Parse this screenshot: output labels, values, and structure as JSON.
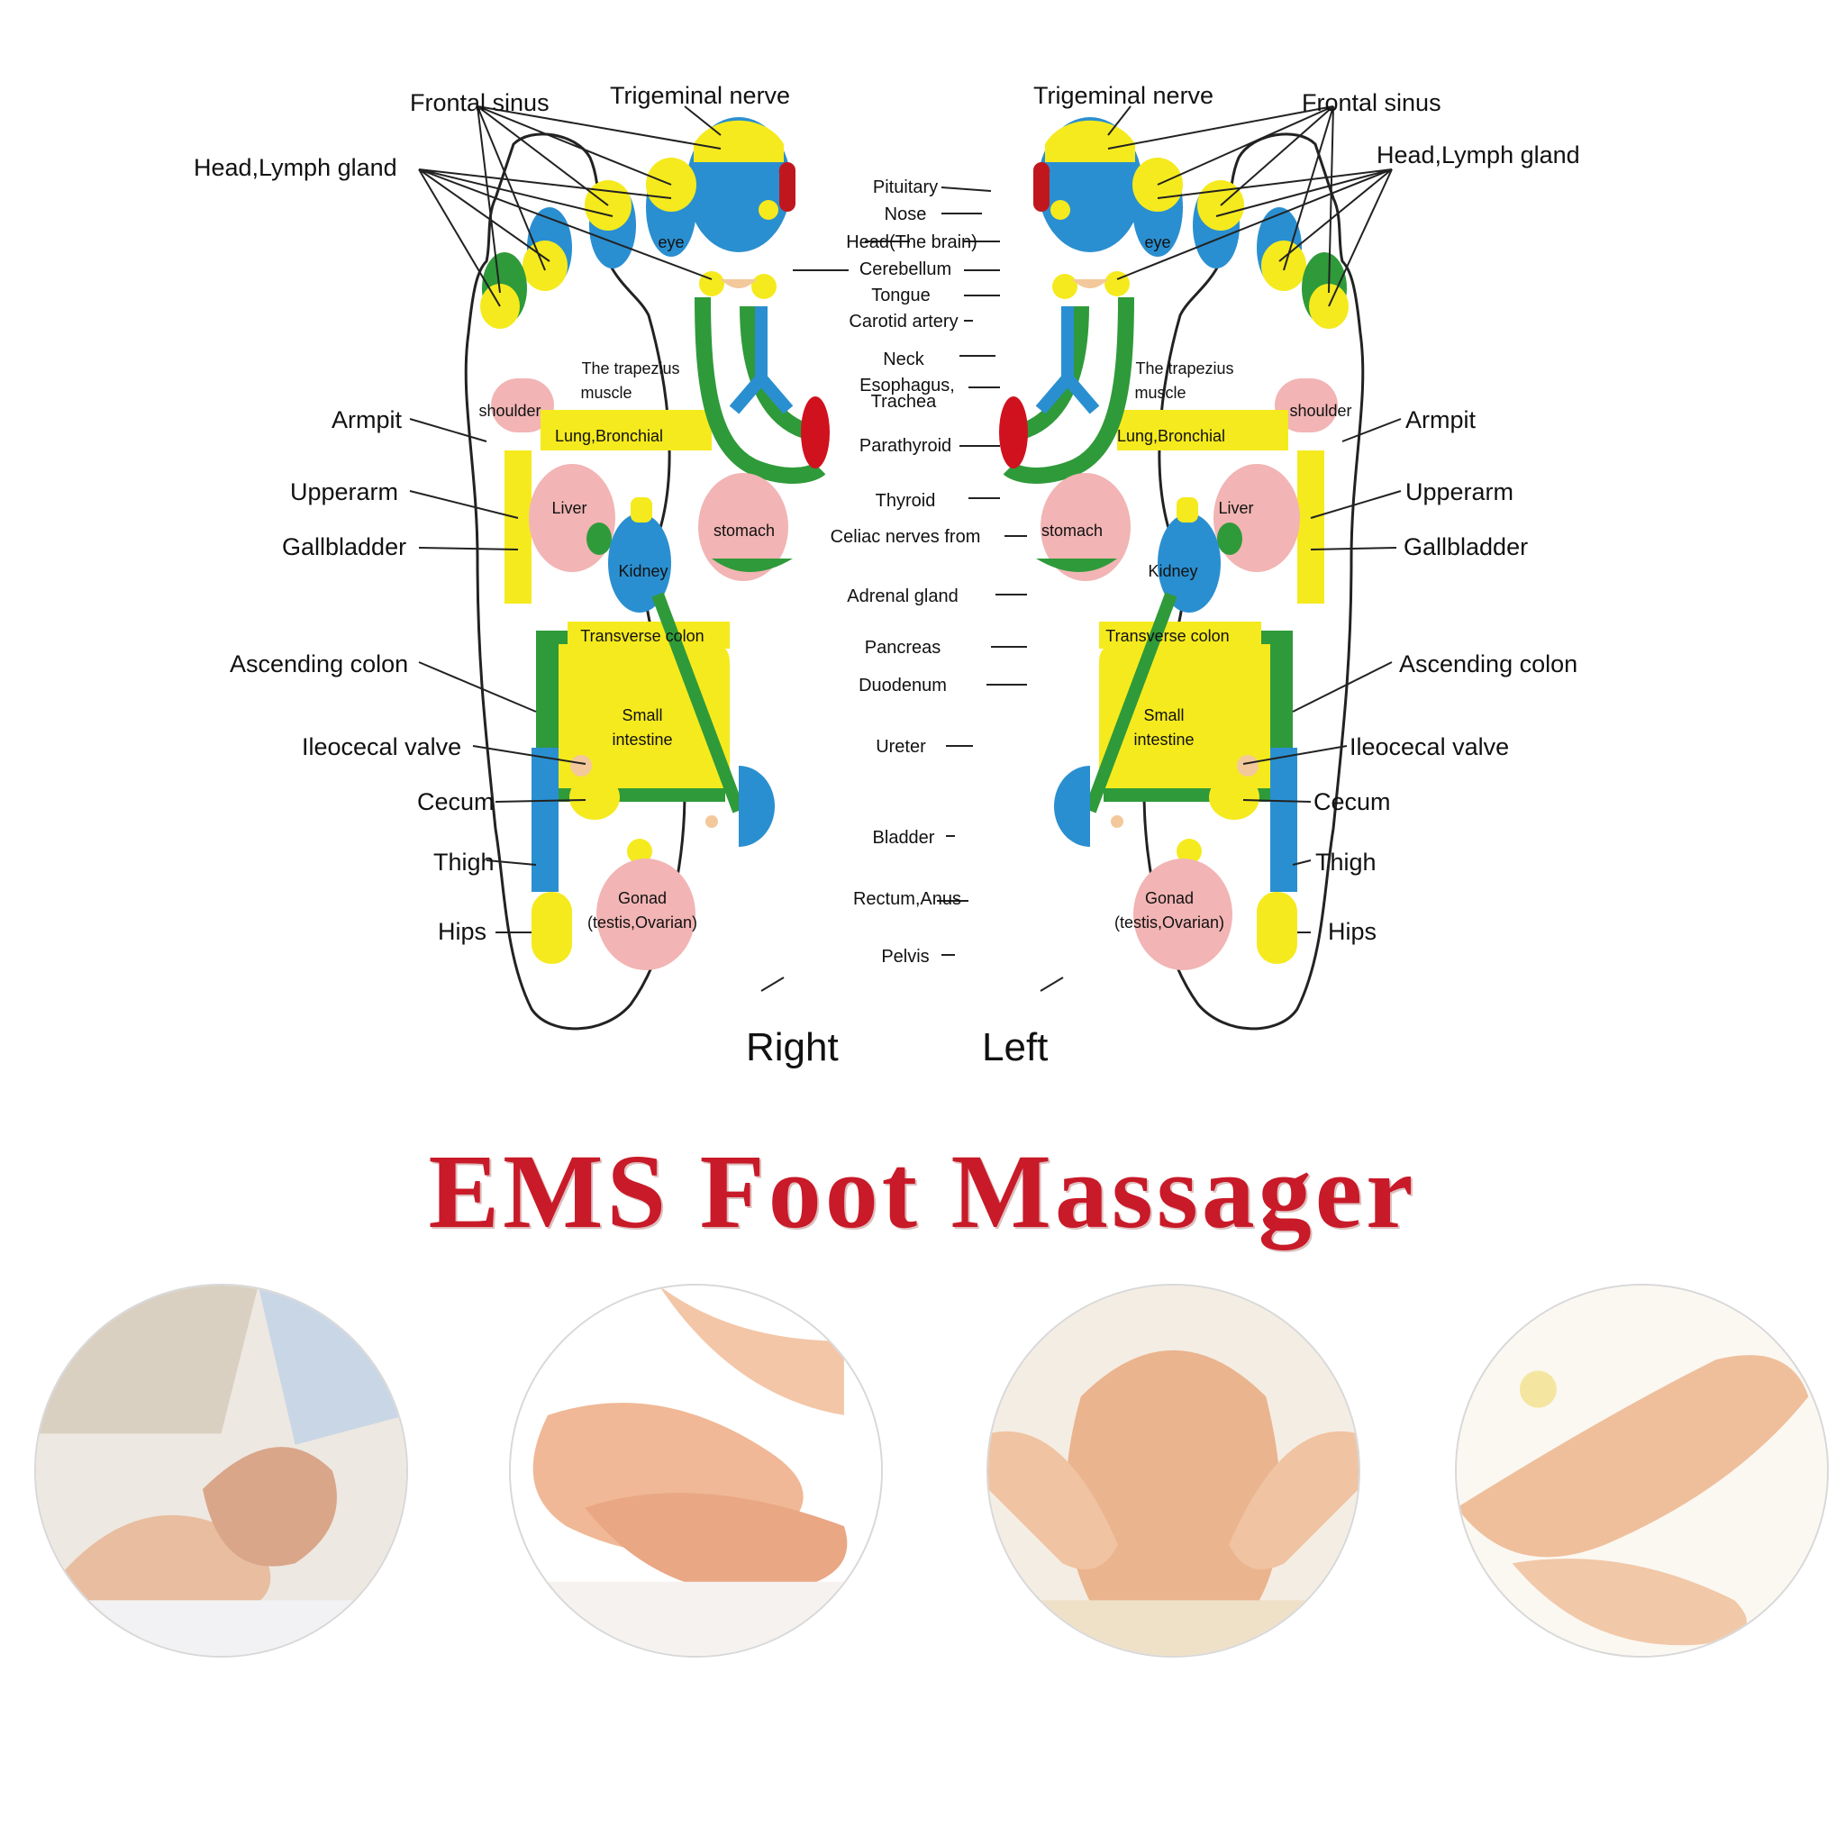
{
  "title": "EMS Foot Massager",
  "sides": {
    "right": "Right",
    "left": "Left"
  },
  "right_labels": {
    "frontal_sinus": "Frontal sinus",
    "trigeminal": "Trigeminal nerve",
    "head_lymph": "Head,Lymph gland",
    "armpit": "Armpit",
    "upperarm": "Upperarm",
    "gallbladder": "Gallbladder",
    "ascending": "Ascending colon",
    "ileocecal": "Ileocecal valve",
    "cecum": "Cecum",
    "thigh": "Thigh",
    "hips": "Hips"
  },
  "left_labels": {
    "trigeminal": "Trigeminal nerve",
    "frontal_sinus": "Frontal sinus",
    "head_lymph": "Head,Lymph gland",
    "armpit": "Armpit",
    "upperarm": "Upperarm",
    "gallbladder": "Gallbladder",
    "ascending": "Ascending colon",
    "ileocecal": "Ileocecal valve",
    "cecum": "Cecum",
    "thigh": "Thigh",
    "hips": "Hips"
  },
  "center_labels": {
    "pituitary": "Pituitary",
    "nose": "Nose",
    "head_brain": "Head(The brain)",
    "cerebellum": "Cerebellum",
    "tongue": "Tongue",
    "carotid": "Carotid artery",
    "neck": "Neck",
    "esophagus": "Esophagus,",
    "trachea": "Trachea",
    "parathyroid": "Parathyroid",
    "thyroid": "Thyroid",
    "celiac": "Celiac nerves from",
    "adrenal": "Adrenal gland",
    "pancreas": "Pancreas",
    "duodenum": "Duodenum",
    "ureter": "Ureter",
    "bladder": "Bladder",
    "rectum": "Rectum,Anus",
    "pelvis": "Pelvis"
  },
  "foot_regions": {
    "eye": "eye",
    "trapezius_1": "The trapezius",
    "trapezius_2": "muscle",
    "shoulder": "shoulder",
    "lung": "Lung,Bronchial",
    "liver": "Liver",
    "stomach": "stomach",
    "kidney": "Kidney",
    "transverse": "Transverse colon",
    "small_1": "Small",
    "small_2": "intestine",
    "gonad_1": "Gonad",
    "gonad_2": "(testis,Ovarian)"
  },
  "colors": {
    "title_red": "#c81a28",
    "yellow": "#f5ea1e",
    "blue": "#2a8fd0",
    "green": "#2f9a3a",
    "pink": "#f2b4b4",
    "red": "#d0121e",
    "peach": "#f3c89a"
  },
  "photos": [
    {
      "name": "photo-foot-massage-1"
    },
    {
      "name": "photo-foot-massage-2"
    },
    {
      "name": "photo-foot-massage-3"
    },
    {
      "name": "photo-foot-massage-4"
    }
  ]
}
